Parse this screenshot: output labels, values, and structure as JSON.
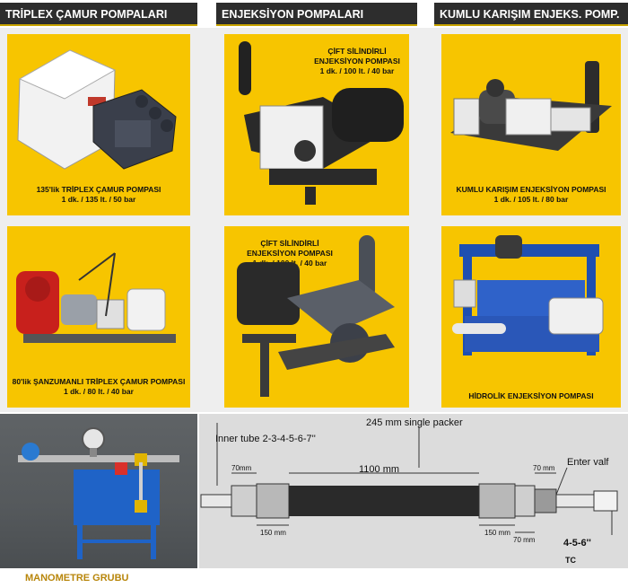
{
  "headers": [
    "TRİPLEX ÇAMUR POMPALARI",
    "ENJEKSİYON POMPALARI",
    "KUMLU KARIŞIM ENJEKS. POMP."
  ],
  "cards": [
    {
      "lines": [
        "135'lik TRİPLEX ÇAMUR POMPASI",
        "1 dk. / 135 lt. / 50 bar"
      ]
    },
    {
      "lines": [
        "ÇİFT SİLİNDİRLİ",
        "ENJEKSİYON POMPASI",
        "1 dk. / 100 lt. / 40 bar"
      ]
    },
    {
      "lines": [
        "KUMLU KARIŞIM ENJEKSİYON POMPASI",
        "1 dk. / 105 lt. / 80 bar"
      ]
    },
    {
      "lines": [
        "80'lik ŞANZUMANLI TRİPLEX ÇAMUR POMPASI",
        "1 dk. / 80 lt. / 40 bar"
      ]
    },
    {
      "lines": [
        "ÇİFT SİLİNDİRLİ",
        "ENJEKSİYON POMPASI",
        "1 dk. / 100 lt. / 40 bar"
      ]
    },
    {
      "lines": [
        "HİDROLİK ENJEKSİYON POMPASI"
      ]
    }
  ],
  "photo_caption": "MANOMETRE GRUBU",
  "diagram": {
    "title": "245 mm single packer",
    "inner_tube": "Inner tube 2-3-4-5-6-7''",
    "dim_70_left": "70mm",
    "dim_1100": "1100 mm",
    "dim_70_right": "70 mm",
    "enter_valf": "Enter valf",
    "dim_150_left": "150 mm",
    "dim_150_right": "150 mm",
    "dim_70_bottom": "70 mm",
    "size": "4-5-6''",
    "tc": "TC"
  }
}
